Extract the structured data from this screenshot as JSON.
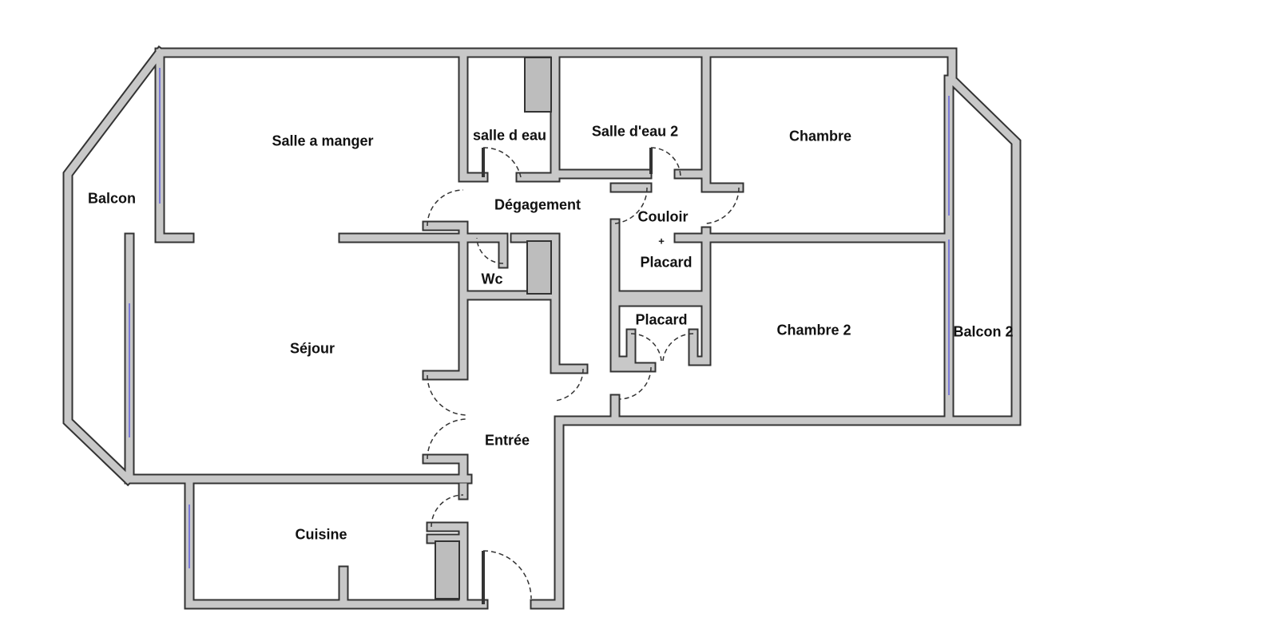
{
  "plan": {
    "rooms": {
      "salle_a_manger": "Salle a manger",
      "balcon": "Balcon",
      "sejour": "Séjour",
      "cuisine": "Cuisine",
      "salle_d_eau": "salle d eau",
      "salle_d_eau_2": "Salle d'eau 2",
      "chambre": "Chambre",
      "degagement": "Dégagement",
      "couloir": "Couloir",
      "plus": "+",
      "couloir_placard": "Placard",
      "wc": "Wc",
      "placard": "Placard",
      "chambre_2": "Chambre 2",
      "balcon_2": "Balcon 2",
      "entree": "Entrée"
    },
    "colors": {
      "wall_fill": "#c8c8c8",
      "wall_outline": "#333333",
      "window": "#7a7ad8",
      "shaft": "#bdbdbd"
    }
  }
}
